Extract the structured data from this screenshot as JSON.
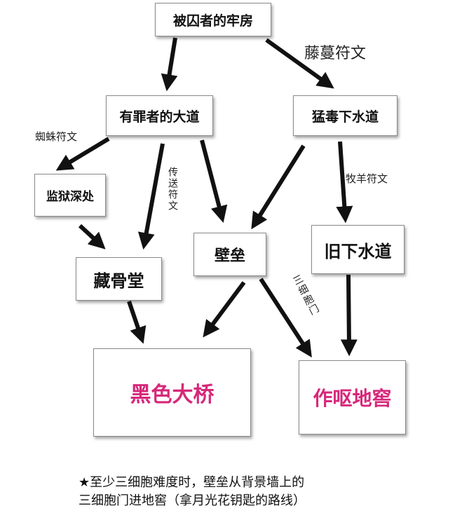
{
  "nodes": {
    "prison_cell": "被囚者的牢房",
    "sinners_road": "有罪者的大道",
    "toxic_sewer": "猛毒下水道",
    "prison_depths": "监狱深处",
    "ossuary": "藏骨堂",
    "ramparts": "壁垒",
    "old_sewer": "旧下水道",
    "black_bridge": "黑色大桥",
    "insalubrious_ossuary": "作呕地窖"
  },
  "edge_labels": {
    "vine_rune": "藤蔓符文",
    "spider_rune": "蜘蛛符文",
    "teleport_rune": "传送符文",
    "ram_rune": "牧羊符文",
    "three_cell_door": "三细胞门"
  },
  "note": {
    "line1": "★至少三细胞难度时，壁垒从背景墙上的",
    "line2": "三细胞门进地窖（拿月光花钥匙的路线）"
  },
  "colors": {
    "highlight": "#d6287a",
    "arrow": "#111111"
  }
}
